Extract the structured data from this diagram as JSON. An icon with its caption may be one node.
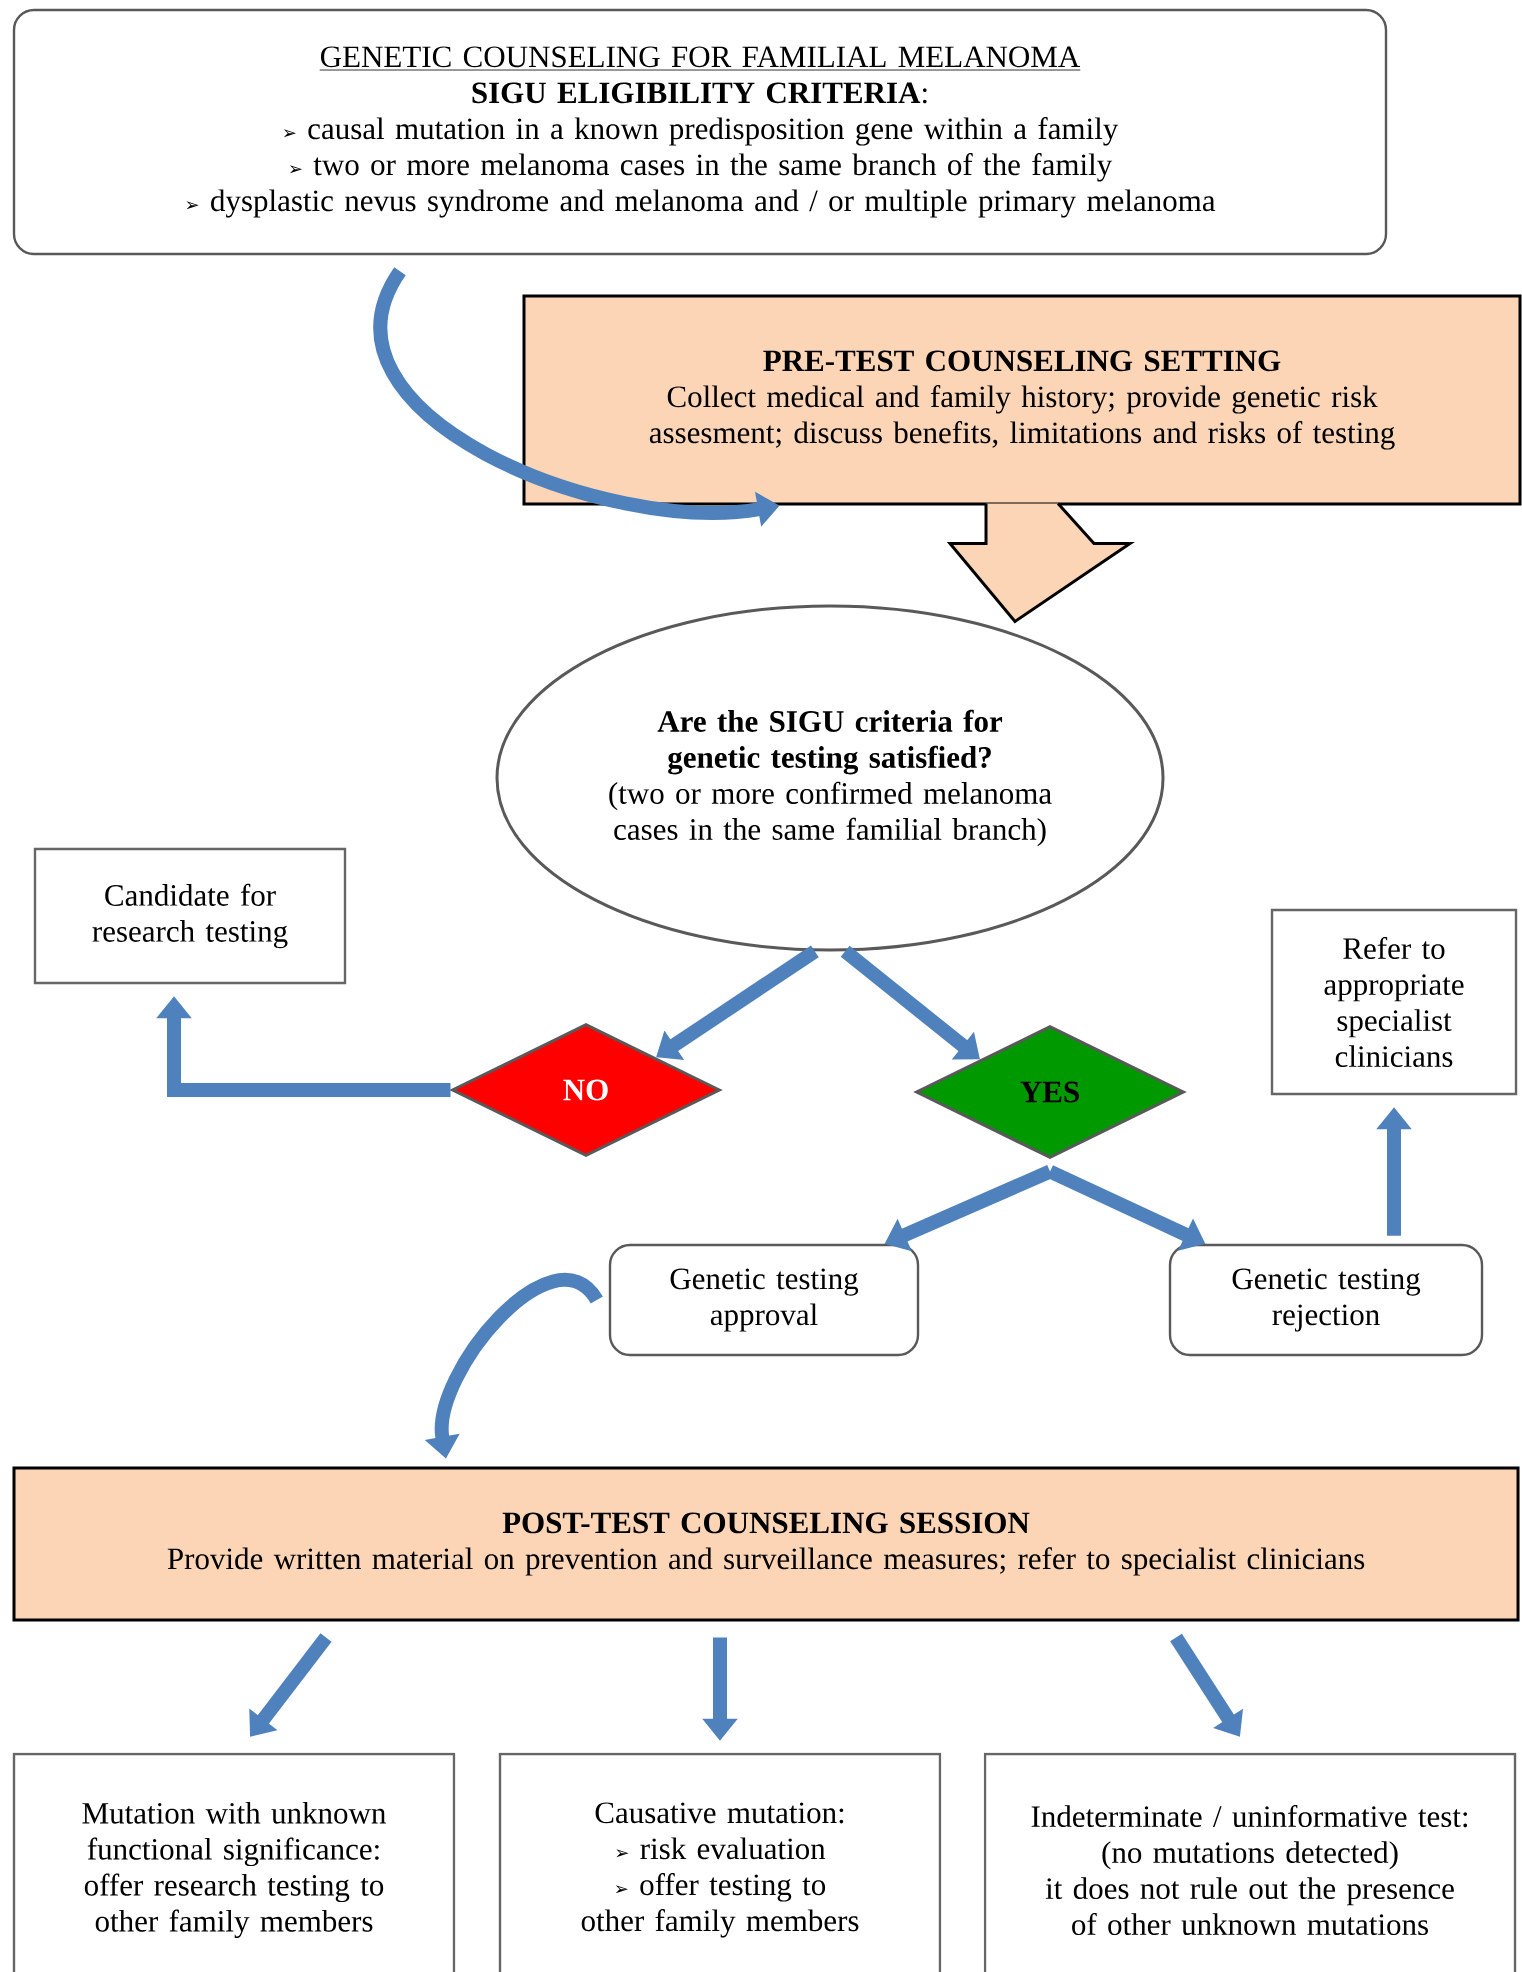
{
  "diagram": {
    "nodes": [
      {
        "text": [
          "GENETIC COUNSELING FOR FAMILIAL MELANOMA",
          "**SIGU ELIGIBILITY CRITERIA**:",
          "➢ causal mutation in a known predisposition gene within a family",
          "➢ two or more melanoma cases in the same branch of the family",
          "➢ dysplastic nevus syndrome and melanoma and / or multiple primary melanoma"
        ]
      },
      {
        "text": [
          "PRE-TEST COUNSELING SETTING",
          "Collect medical and family history; provide genetic risk assesment; discuss benefits, limitations and risks of testing"
        ]
      },
      {
        "text": [
          "Are the SIGU criteria for genetic testing satisfied?",
          "(two or more confirmed melanoma cases in the same familial branch)"
        ]
      },
      {
        "text": [
          "Candidate for research testing"
        ]
      },
      {
        "text": [
          "NO"
        ]
      },
      {
        "text": [
          "YES"
        ]
      },
      {
        "text": [
          "Refer to appropriate specialist clinicians"
        ]
      },
      {
        "text": [
          "Genetic testing approval"
        ]
      },
      {
        "text": [
          "Genetic testing rejection"
        ]
      },
      {
        "text": [
          "POST-TEST COUNSELING SESSION",
          "Provide written material on prevention and surveillance measures; refer to specialist clinicians"
        ]
      },
      {
        "text": [
          "Mutation with unknown functional significance:",
          "offer research testing to other family members"
        ]
      },
      {
        "text": [
          "Causative mutation:",
          "➢ risk evaluation",
          "➢ offer testing to other family members"
        ]
      },
      {
        "text": [
          "Indeterminate / uninformative test:",
          "(no mutations detected)",
          "it does not rule out the presence of other unknown mutations"
        ]
      }
    ],
    "edges": [
      {
        "from": 0,
        "to": 1,
        "arrow": "to"
      },
      {
        "from": 1,
        "to": 2,
        "arrow": "to",
        "style": "thick",
        "color": "#fbd5b5"
      },
      {
        "from": 2,
        "to": 4,
        "arrow": "to"
      },
      {
        "from": 2,
        "to": 5,
        "arrow": "to"
      },
      {
        "from": 4,
        "to": 3,
        "arrow": "to"
      },
      {
        "from": 5,
        "to": 7,
        "arrow": "to"
      },
      {
        "from": 5,
        "to": 8,
        "arrow": "to"
      },
      {
        "from": 8,
        "to": 6,
        "arrow": "to"
      },
      {
        "from": 7,
        "to": 9,
        "arrow": "to"
      },
      {
        "from": 9,
        "to": 10,
        "arrow": "to"
      },
      {
        "from": 9,
        "to": 11,
        "arrow": "to"
      },
      {
        "from": 9,
        "to": 12,
        "arrow": "to"
      }
    ]
  }
}
